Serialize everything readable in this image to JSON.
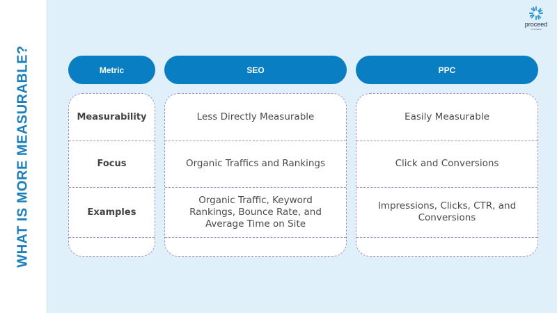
{
  "side_title": "WHAT IS MORE MEASURABLE?",
  "logo": {
    "name": "proceed",
    "sub": "innovative",
    "icon": "sunburst-logo-icon",
    "color": "#1b8fd0"
  },
  "colors": {
    "header": "#0a7ec2",
    "title": "#1b7fbd",
    "background": "#dff0fb",
    "dashed_border": "#9e8fd0"
  },
  "table": {
    "headers": [
      "Metric",
      "SEO",
      "PPC"
    ],
    "rows": [
      {
        "metric": "Measurability",
        "seo": "Less Directly Measurable",
        "ppc": "Easily Measurable"
      },
      {
        "metric": "Focus",
        "seo": "Organic Traffics and Rankings",
        "ppc": "Click and Conversions"
      },
      {
        "metric": "Examples",
        "seo": "Organic Traffic, Keyword Rankings, Bounce Rate, and Average Time on Site",
        "ppc": "Impressions, Clicks, CTR, and Conversions"
      }
    ]
  }
}
